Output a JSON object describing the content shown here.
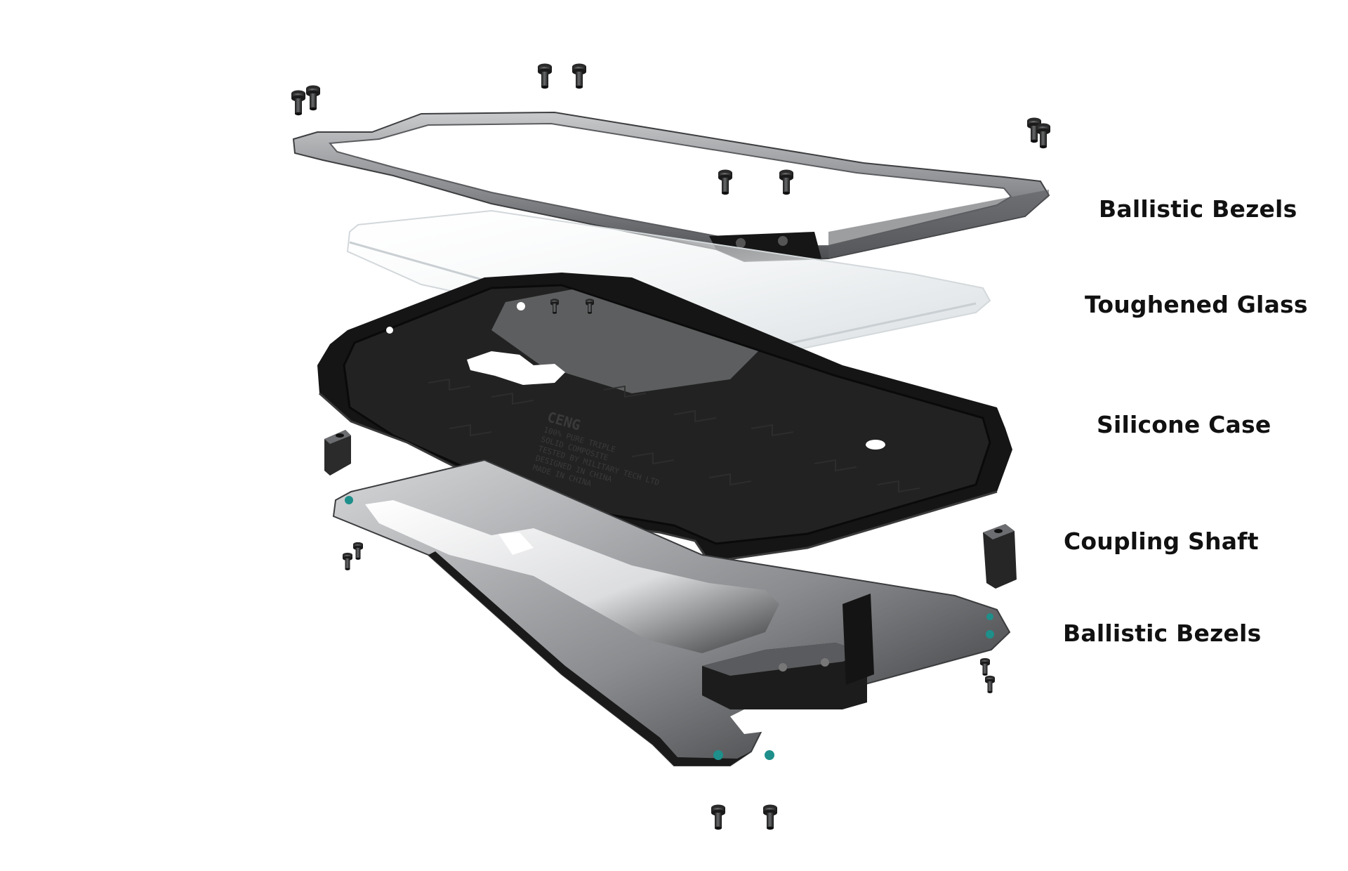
{
  "labels": {
    "bezel_top": "Ballistic Bezels",
    "glass": "Toughened Glass",
    "case": "Silicone Case",
    "shaft": "Coupling Shaft",
    "bezel_bottom": "Ballistic Bezels"
  },
  "case_imprint": [
    "CENG",
    "100% PURE TRIPLE",
    "SOLID COMPOSITE",
    "TESTED BY MILITARY TECH LTD",
    "DESIGNED IN CHINA",
    "MADE IN CHINA"
  ],
  "colors": {
    "metal_light": "#b5b6b8",
    "metal_mid": "#808285",
    "metal_dark": "#3a3b3d",
    "silicone": "#141414",
    "glass": "#eef1f3",
    "accent_teal": "#1e8f8a",
    "text": "#111111"
  },
  "icons": [
    "screw-icon",
    "coupling-shaft-icon"
  ]
}
